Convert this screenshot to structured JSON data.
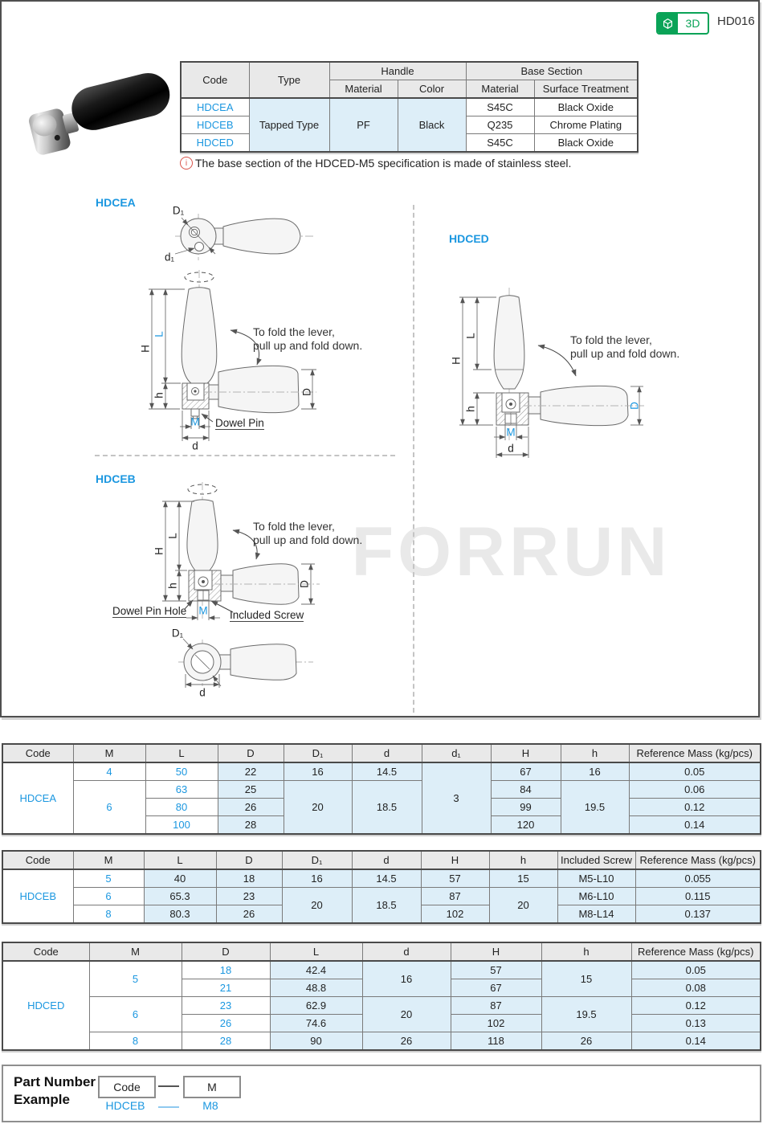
{
  "header": {
    "badge_3d": "3D",
    "page_code": "HD016"
  },
  "spec_table": {
    "headers": {
      "code": "Code",
      "type": "Type",
      "handle": "Handle",
      "base_section": "Base Section",
      "material": "Material",
      "color": "Color",
      "material2": "Material",
      "surface": "Surface Treatment"
    },
    "rows": [
      [
        "HDCEA",
        "Tapped Type",
        "PF",
        "Black",
        "S45C",
        "Black Oxide"
      ],
      [
        "HDCEB",
        "Q235",
        "Chrome Plating"
      ],
      [
        "HDCED",
        "S45C",
        "Black Oxide"
      ]
    ]
  },
  "note": {
    "icon": "i",
    "text": "The base section of the HDCED-M5 specification is made of stainless steel."
  },
  "diagram": {
    "sections": {
      "hdcea": "HDCEA",
      "hdceb": "HDCEB",
      "hdced": "HDCED"
    },
    "labels": {
      "D1": "D₁",
      "d1": "d₁",
      "H": "H",
      "L": "L",
      "h": "h",
      "D": "D",
      "M": "M",
      "d": "d"
    },
    "annotations": {
      "dowel_pin": "Dowel Pin",
      "dowel_pin_hole": "Dowel Pin Hole",
      "included_screw": "Included Screw"
    },
    "fold_note": {
      "line1": "To fold the lever,",
      "line2": "pull up and fold down."
    },
    "watermark": "FORRUN"
  },
  "tables": {
    "hdcea": {
      "headers": [
        "Code",
        "M",
        "L",
        "D",
        "D₁",
        "d",
        "d₁",
        "H",
        "h",
        "Reference Mass (kg/pcs)"
      ],
      "code": "HDCEA",
      "r0": {
        "m": "4",
        "l": "50",
        "D": "22",
        "D1": "16",
        "d": "14.5",
        "d1": "3",
        "H": "67",
        "h": "16",
        "mass": "0.05"
      },
      "r1": {
        "m": "6",
        "l": "63",
        "D": "25",
        "D1": "20",
        "d": "18.5",
        "H": "84",
        "h": "19.5",
        "mass": "0.06"
      },
      "r2": {
        "l": "80",
        "D": "26",
        "H": "99",
        "mass": "0.12"
      },
      "r3": {
        "l": "100",
        "D": "28",
        "H": "120",
        "mass": "0.14"
      }
    },
    "hdceb": {
      "headers": [
        "Code",
        "M",
        "L",
        "D",
        "D₁",
        "d",
        "H",
        "h",
        "Included Screw",
        "Reference Mass (kg/pcs)"
      ],
      "code": "HDCEB",
      "r0": {
        "m": "5",
        "l": "40",
        "D": "18",
        "D1": "16",
        "d": "14.5",
        "H": "57",
        "h": "15",
        "screw": "M5-L10",
        "mass": "0.055"
      },
      "r1": {
        "m": "6",
        "l": "65.3",
        "D": "23",
        "D1": "20",
        "d": "18.5",
        "H": "87",
        "h": "20",
        "screw": "M6-L10",
        "mass": "0.115"
      },
      "r2": {
        "m": "8",
        "l": "80.3",
        "D": "26",
        "H": "102",
        "screw": "M8-L14",
        "mass": "0.137"
      }
    },
    "hdced": {
      "headers": [
        "Code",
        "M",
        "D",
        "L",
        "d",
        "H",
        "h",
        "Reference Mass (kg/pcs)"
      ],
      "code": "HDCED",
      "r0": {
        "m": "5",
        "D": "18",
        "l": "42.4",
        "d": "16",
        "H": "57",
        "h": "15",
        "mass": "0.05"
      },
      "r1": {
        "D": "21",
        "l": "48.8",
        "H": "67",
        "mass": "0.08"
      },
      "r2": {
        "m": "6",
        "D": "23",
        "l": "62.9",
        "d": "20",
        "H": "87",
        "h": "19.5",
        "mass": "0.12"
      },
      "r3": {
        "D": "26",
        "l": "74.6",
        "H": "102",
        "mass": "0.13"
      },
      "r4": {
        "m": "8",
        "D": "28",
        "l": "90",
        "d": "26",
        "H": "118",
        "h": "26",
        "mass": "0.14"
      }
    }
  },
  "part_number": {
    "title_line1": "Part Number",
    "title_line2": "Example",
    "box_code": "Code",
    "box_m": "M",
    "example_code": "HDCEB",
    "example_m": "M8"
  }
}
